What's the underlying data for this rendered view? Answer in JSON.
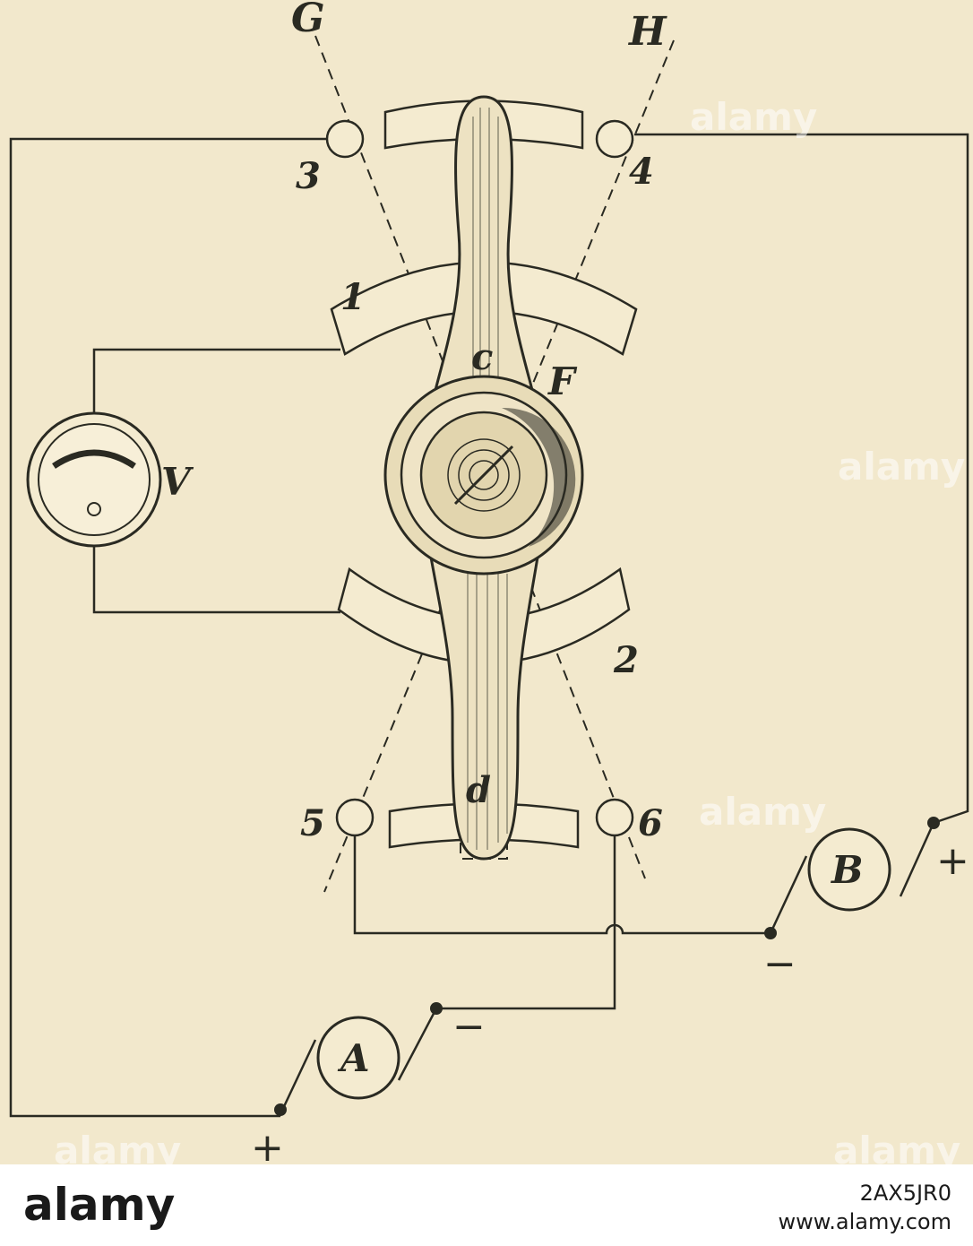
{
  "diagram": {
    "labels": {
      "G": "G",
      "H": "H",
      "t3": "3",
      "t4": "4",
      "t5": "5",
      "t6": "6",
      "seg1": "1",
      "seg2": "2",
      "c": "c",
      "d": "d",
      "F": "F",
      "V": "V",
      "A": "A",
      "B": "B"
    },
    "signs": {
      "a_plus": "+",
      "a_minus": "−",
      "b_plus": "+",
      "b_minus": "−"
    }
  },
  "watermark": {
    "text": "alamy"
  },
  "footer": {
    "logo": "alamy",
    "image_id": "2AX5JR0",
    "url": "www.alamy.com"
  },
  "colors": {
    "paper": "#f2e8cc",
    "ink": "#2a2a22",
    "footer_bg": "#ffffff"
  }
}
